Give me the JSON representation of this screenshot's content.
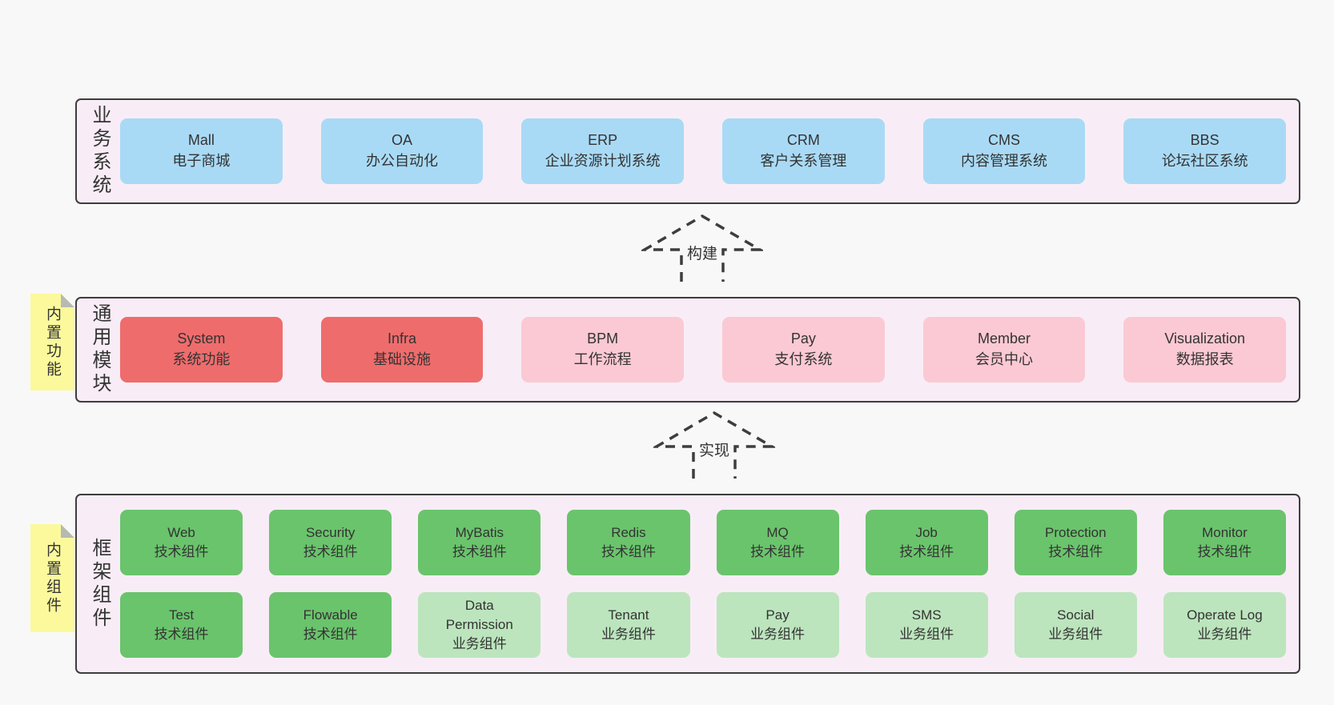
{
  "diagram": {
    "colors": {
      "page_bg": "#f8f8f8",
      "panel_bg": "#f8edf6",
      "panel_border": "#3d3d3d",
      "text": "#333333",
      "blue": "#a9daf5",
      "red": "#ef6c6c",
      "pink": "#fbc9d3",
      "green": "#6ac46c",
      "lightgreen": "#bce5bd",
      "sticky_yellow": "#fbf99c",
      "sticky_fold_gray": "#b6bab2"
    },
    "layers": [
      {
        "name": "business-systems",
        "side_label": "业务系统",
        "rows": [
          [
            {
              "en": "Mall",
              "zh": "电子商城",
              "variant": "blue"
            },
            {
              "en": "OA",
              "zh": "办公自动化",
              "variant": "blue"
            },
            {
              "en": "ERP",
              "zh": "企业资源计划系统",
              "variant": "blue"
            },
            {
              "en": "CRM",
              "zh": "客户关系管理",
              "variant": "blue"
            },
            {
              "en": "CMS",
              "zh": "内容管理系统",
              "variant": "blue"
            },
            {
              "en": "BBS",
              "zh": "论坛社区系统",
              "variant": "blue"
            }
          ]
        ]
      },
      {
        "name": "common-modules",
        "side_label": "通用模块",
        "sticky_note": "内置功能",
        "rows": [
          [
            {
              "en": "System",
              "zh": "系统功能",
              "variant": "red"
            },
            {
              "en": "Infra",
              "zh": "基础设施",
              "variant": "red"
            },
            {
              "en": "BPM",
              "zh": "工作流程",
              "variant": "pink"
            },
            {
              "en": "Pay",
              "zh": "支付系统",
              "variant": "pink"
            },
            {
              "en": "Member",
              "zh": "会员中心",
              "variant": "pink"
            },
            {
              "en": "Visualization",
              "zh": "数据报表",
              "variant": "pink"
            }
          ]
        ]
      },
      {
        "name": "framework-components",
        "side_label": "框架组件",
        "sticky_note": "内置组件",
        "rows": [
          [
            {
              "en": "Web",
              "zh": "技术组件",
              "variant": "green"
            },
            {
              "en": "Security",
              "zh": "技术组件",
              "variant": "green"
            },
            {
              "en": "MyBatis",
              "zh": "技术组件",
              "variant": "green"
            },
            {
              "en": "Redis",
              "zh": "技术组件",
              "variant": "green"
            },
            {
              "en": "MQ",
              "zh": "技术组件",
              "variant": "green"
            },
            {
              "en": "Job",
              "zh": "技术组件",
              "variant": "green"
            },
            {
              "en": "Protection",
              "zh": "技术组件",
              "variant": "green"
            },
            {
              "en": "Monitor",
              "zh": "技术组件",
              "variant": "green"
            }
          ],
          [
            {
              "en": "Test",
              "zh": "技术组件",
              "variant": "green"
            },
            {
              "en": "Flowable",
              "zh": "技术组件",
              "variant": "green"
            },
            {
              "en": "Data\nPermission",
              "zh": "业务组件",
              "variant": "lightgreen"
            },
            {
              "en": "Tenant",
              "zh": "业务组件",
              "variant": "lightgreen"
            },
            {
              "en": "Pay",
              "zh": "业务组件",
              "variant": "lightgreen"
            },
            {
              "en": "SMS",
              "zh": "业务组件",
              "variant": "lightgreen"
            },
            {
              "en": "Social",
              "zh": "业务组件",
              "variant": "lightgreen"
            },
            {
              "en": "Operate Log",
              "zh": "业务组件",
              "variant": "lightgreen"
            }
          ]
        ]
      }
    ],
    "arrows": [
      {
        "label": "构建"
      },
      {
        "label": "实现"
      }
    ]
  }
}
